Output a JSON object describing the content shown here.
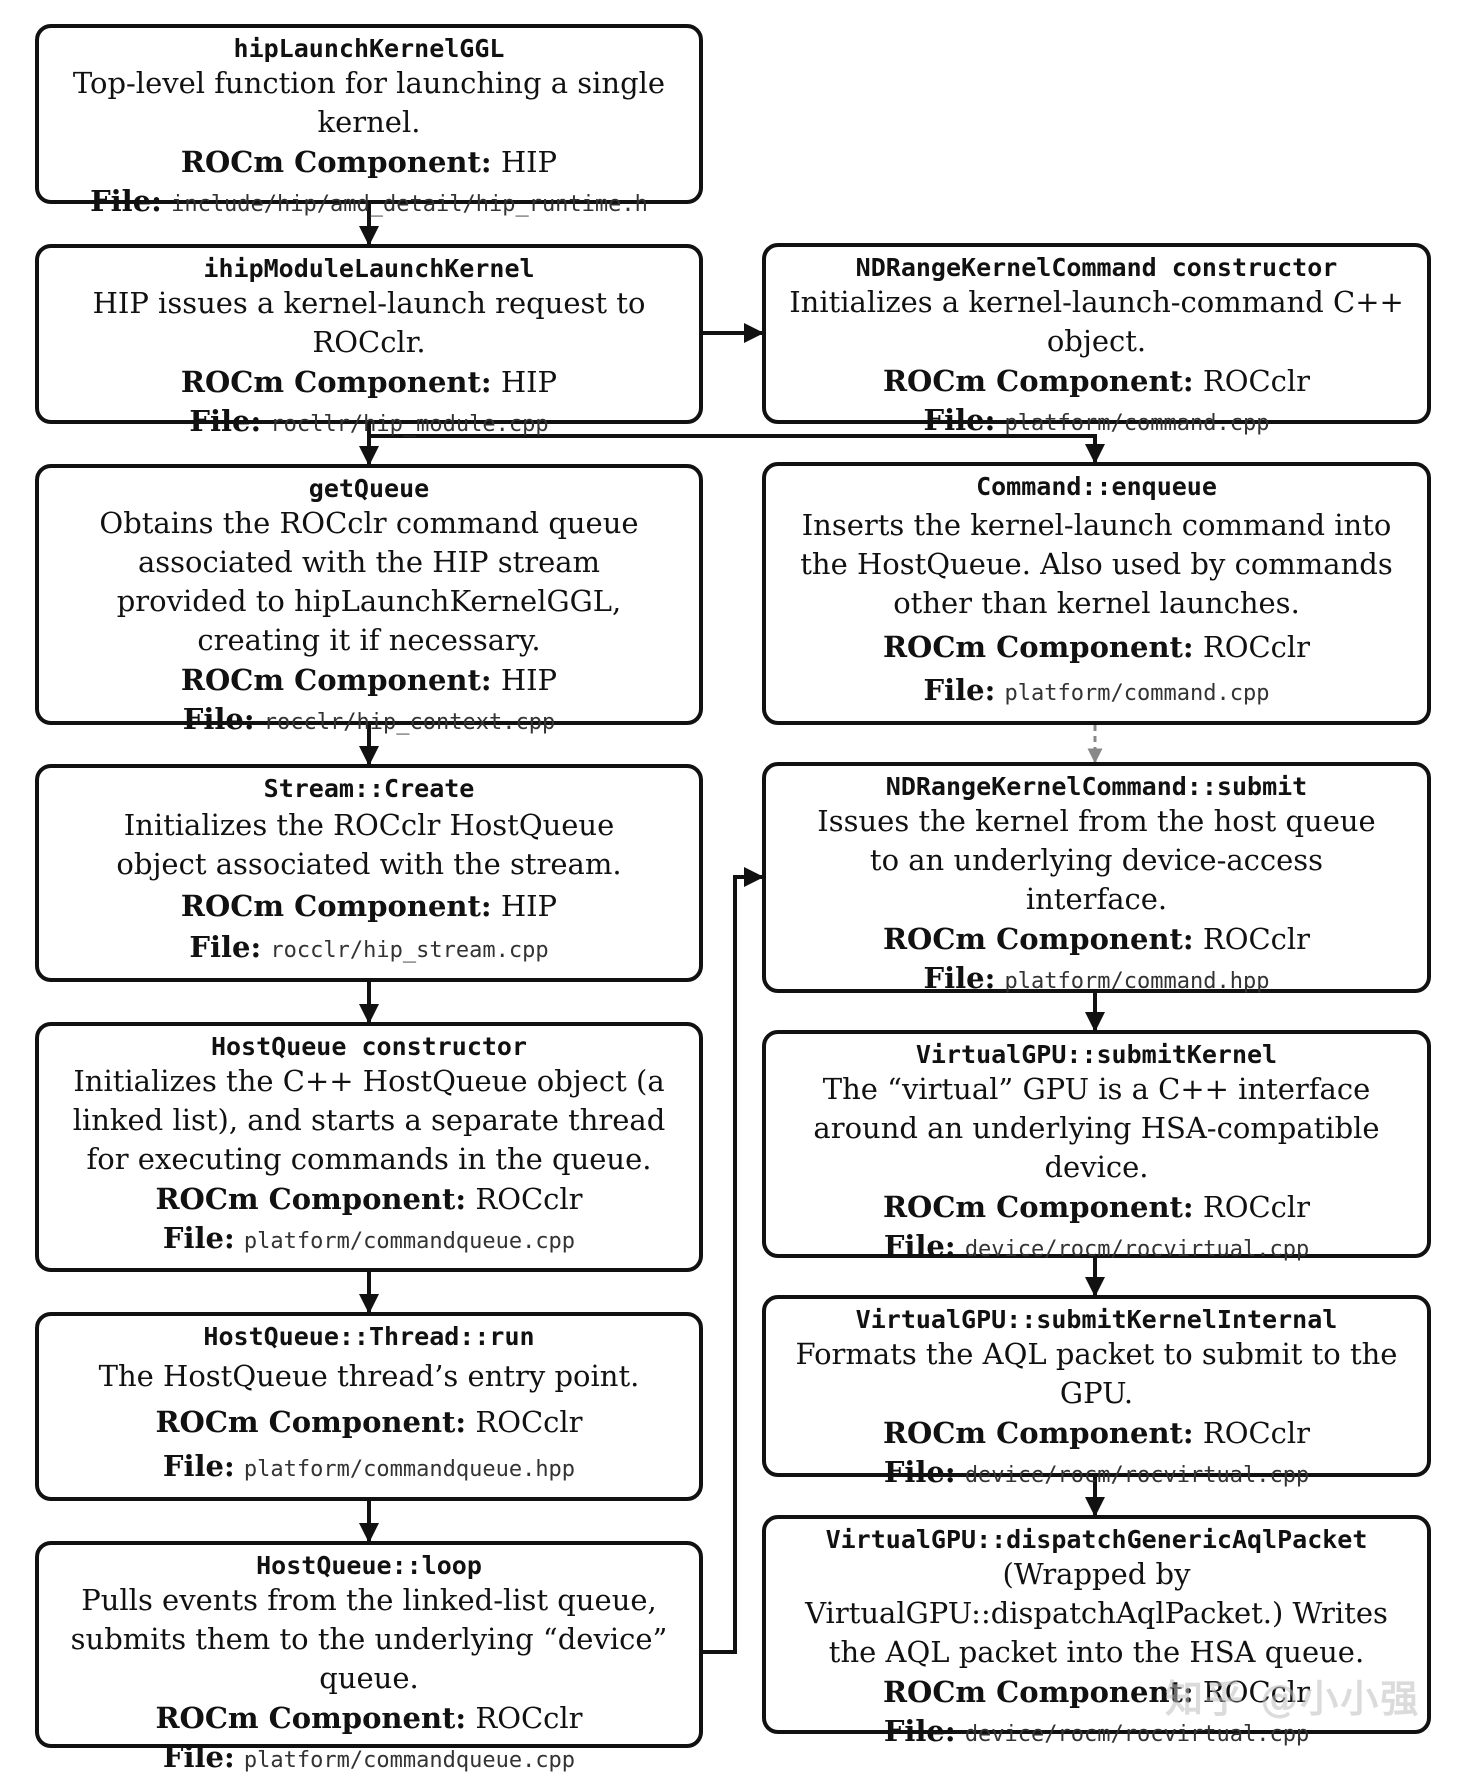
{
  "nodes": {
    "hipLaunchKernelGGL": {
      "fn": "hipLaunchKernelGGL",
      "desc": "Top-level function for launching a single kernel.",
      "comp_label": "ROCm Component:",
      "comp": "HIP",
      "file_label": "File:",
      "file": "include/hip/amd_detail/hip_runtime.h"
    },
    "ihipModuleLaunchKernel": {
      "fn": "ihipModuleLaunchKernel",
      "desc": "HIP issues a kernel-launch request to ROCclr.",
      "comp_label": "ROCm Component:",
      "comp": "HIP",
      "file_label": "File:",
      "file": "rocllr/hip_module.cpp"
    },
    "ndrangeCtor": {
      "fn": "NDRangeKernelCommand constructor",
      "desc": "Initializes a kernel-launch-command C++ object.",
      "comp_label": "ROCm Component:",
      "comp": "ROCclr",
      "file_label": "File:",
      "file": "platform/command.cpp"
    },
    "getQueue": {
      "fn": "getQueue",
      "desc": "Obtains the ROCclr command queue associated with the HIP stream provided to hipLaunchKernelGGL, creating it if necessary.",
      "comp_label": "ROCm Component:",
      "comp": "HIP",
      "file_label": "File:",
      "file": "rocclr/hip_context.cpp"
    },
    "enqueue": {
      "fn": "Command::enqueue",
      "desc": "Inserts the kernel-launch command into the HostQueue.  Also used by commands other than kernel launches.",
      "comp_label": "ROCm Component:",
      "comp": "ROCclr",
      "file_label": "File:",
      "file": "platform/command.cpp"
    },
    "streamCreate": {
      "fn": "Stream::Create",
      "desc": "Initializes the ROCclr HostQueue object associated with the stream.",
      "comp_label": "ROCm Component:",
      "comp": "HIP",
      "file_label": "File:",
      "file": "rocclr/hip_stream.cpp"
    },
    "submit": {
      "fn": "NDRangeKernelCommand::submit",
      "desc": "Issues the kernel from the host queue to an underlying device-access interface.",
      "comp_label": "ROCm Component:",
      "comp": "ROCclr",
      "file_label": "File:",
      "file": "platform/command.hpp"
    },
    "hostQueueCtor": {
      "fn": "HostQueue constructor",
      "desc": "Initializes the C++ HostQueue object (a linked list), and starts a separate thread for executing commands in the queue.",
      "comp_label": "ROCm Component:",
      "comp": "ROCclr",
      "file_label": "File:",
      "file": "platform/commandqueue.cpp"
    },
    "submitKernel": {
      "fn": "VirtualGPU::submitKernel",
      "desc": "The “virtual” GPU is a C++ interface around an underlying HSA-compatible device.",
      "comp_label": "ROCm Component:",
      "comp": "ROCclr",
      "file_label": "File:",
      "file": "device/rocm/rocvirtual.cpp"
    },
    "threadRun": {
      "fn": "HostQueue::Thread::run",
      "desc": "The HostQueue thread’s entry point.",
      "comp_label": "ROCm Component:",
      "comp": "ROCclr",
      "file_label": "File:",
      "file": "platform/commandqueue.hpp"
    },
    "submitKernelInternal": {
      "fn": "VirtualGPU::submitKernelInternal",
      "desc": "Formats the AQL packet to submit to the GPU.",
      "comp_label": "ROCm Component:",
      "comp": "ROCclr",
      "file_label": "File:",
      "file": "device/rocm/rocvirtual.cpp"
    },
    "loop": {
      "fn": "HostQueue::loop",
      "desc": "Pulls events from the linked-list queue, submits them to the underlying “device” queue.",
      "comp_label": "ROCm Component:",
      "comp": "ROCclr",
      "file_label": "File:",
      "file": "platform/commandqueue.cpp"
    },
    "dispatch": {
      "fn": "VirtualGPU::dispatchGenericAqlPacket",
      "desc": "(Wrapped by VirtualGPU::dispatchAqlPacket.) Writes the AQL packet into the HSA queue.",
      "comp_label": "ROCm Component:",
      "comp": "ROCclr",
      "file_label": "File:",
      "file": "device/rocm/rocvirtual.cpp"
    }
  },
  "watermark": "知乎 @小小强",
  "colors": {
    "stroke": "#111111",
    "dashed_arrow": "#888888",
    "watermark": "#bebebe"
  }
}
